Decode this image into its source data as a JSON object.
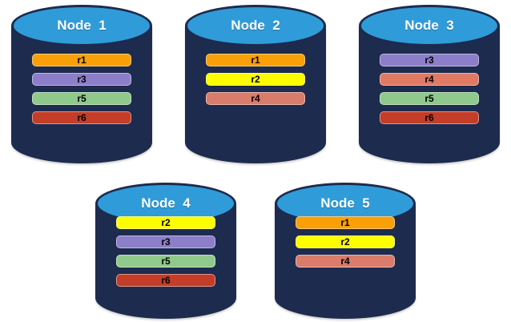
{
  "diagram": {
    "description_colors": {
      "cylinder_body": "#1D2B4E",
      "cylinder_top": "#2F9CD9",
      "title_text": "#FFFFFF",
      "bar_text": "#000000"
    },
    "replica_palette": {
      "r1": "#F9A008",
      "r2": "#FDFD00",
      "r3": "#8C7EC8",
      "r4": "#D97C6B",
      "r5": "#8FC98B",
      "r6": "#C33D28"
    }
  },
  "nodes": [
    {
      "title": "Node  1",
      "replicas": [
        {
          "label": "r1",
          "color": "#F9A008"
        },
        {
          "label": "r3",
          "color": "#8C7EC8"
        },
        {
          "label": "r5",
          "color": "#8FC98B"
        },
        {
          "label": "r6",
          "color": "#C33D28"
        }
      ]
    },
    {
      "title": "Node  2",
      "replicas": [
        {
          "label": "r1",
          "color": "#F9A008"
        },
        {
          "label": "r2",
          "color": "#FDFD00"
        },
        {
          "label": "r4",
          "color": "#D97C6B"
        }
      ]
    },
    {
      "title": "Node  3",
      "replicas": [
        {
          "label": "r3",
          "color": "#8C7EC8"
        },
        {
          "label": "r4",
          "color": "#E07A65"
        },
        {
          "label": "r5",
          "color": "#8FC98B"
        },
        {
          "label": "r6",
          "color": "#C33D28"
        }
      ]
    },
    {
      "title": "Node  4",
      "replicas": [
        {
          "label": "r2",
          "color": "#FDFD00"
        },
        {
          "label": "r3",
          "color": "#8C7EC8"
        },
        {
          "label": "r5",
          "color": "#8FC98B"
        },
        {
          "label": "r6",
          "color": "#C33D28"
        }
      ]
    },
    {
      "title": "Node  5",
      "replicas": [
        {
          "label": "r1",
          "color": "#F9A008"
        },
        {
          "label": "r2",
          "color": "#FDFD00"
        },
        {
          "label": "r4",
          "color": "#D97C6B"
        }
      ]
    }
  ]
}
